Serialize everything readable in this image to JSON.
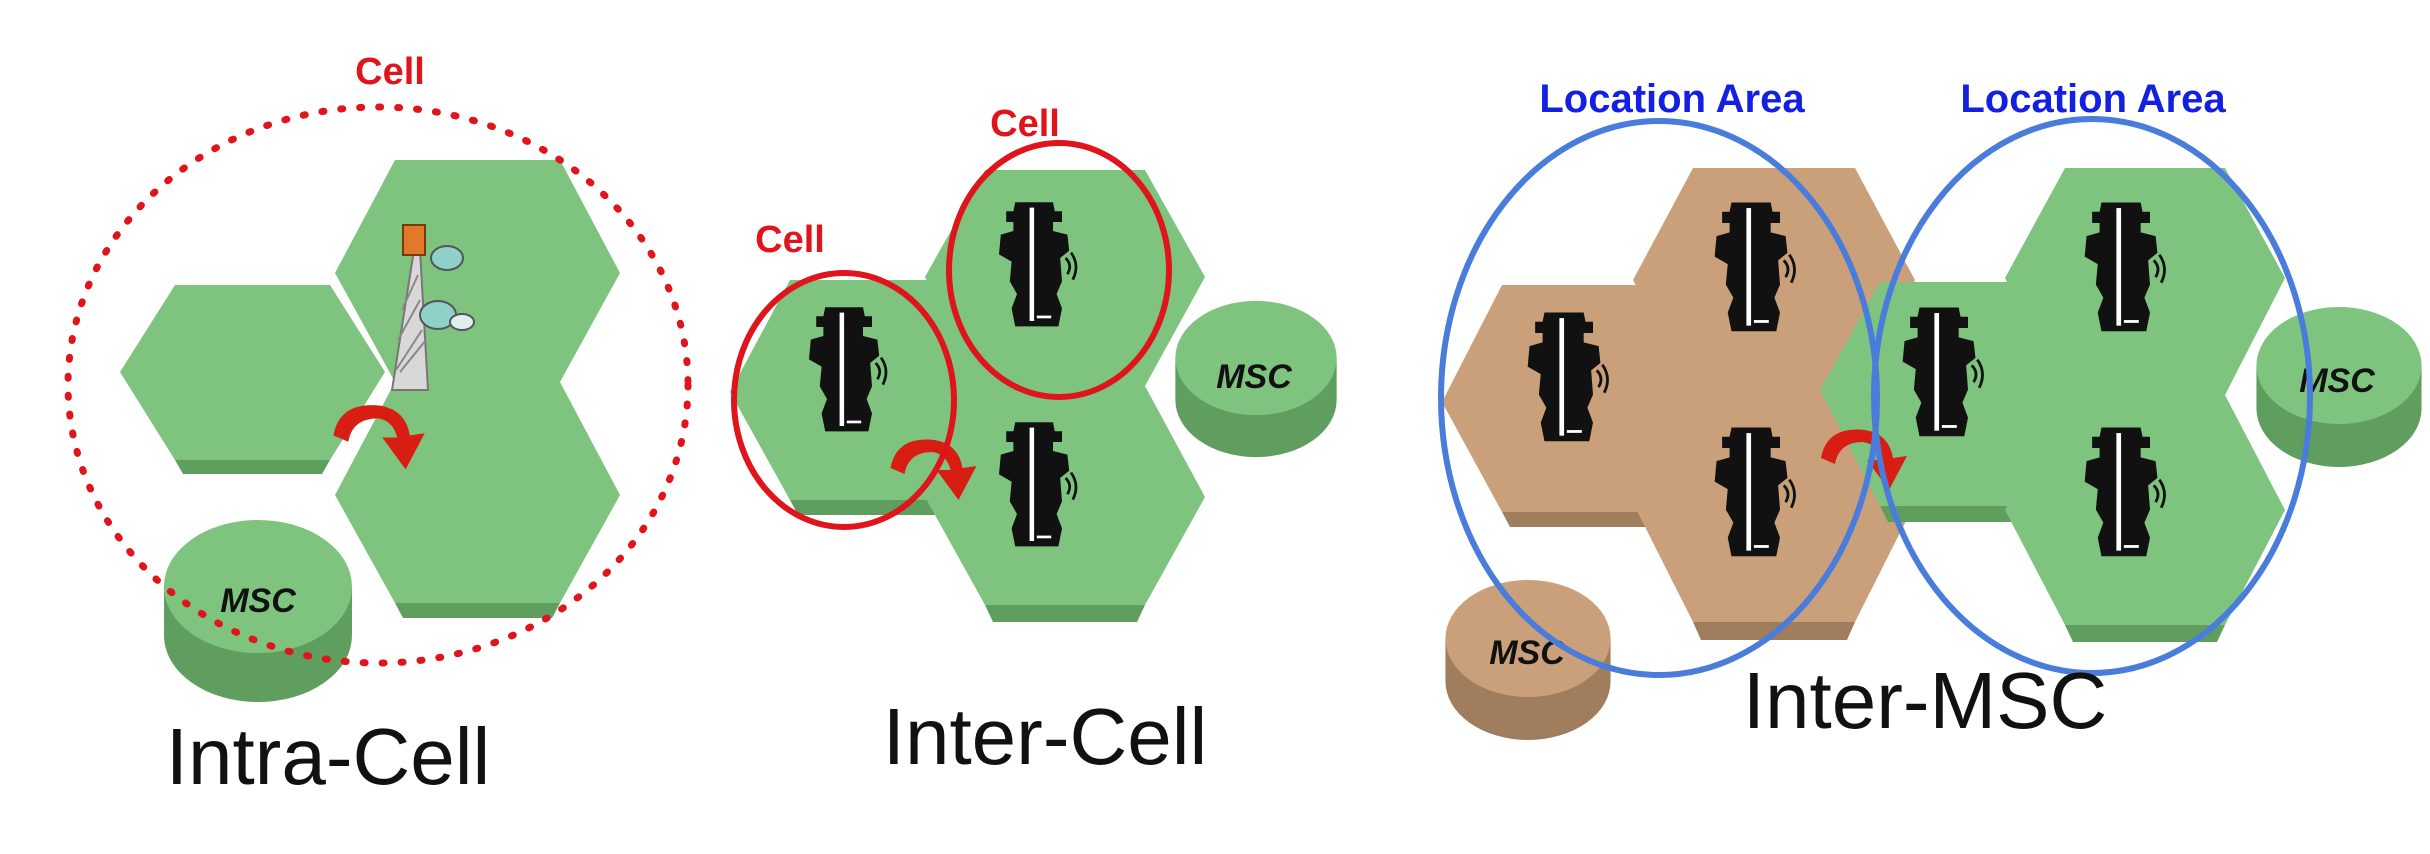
{
  "colors": {
    "green_hex": "#7ec47e",
    "green_side": "#5f9e5f",
    "tan_hex": "#c9a07a",
    "tan_side": "#a07e5d",
    "red": "#e0141b",
    "blue": "#4a7ddb",
    "arrow": "#d81e12"
  },
  "intra_cell": {
    "cell_label": "Cell",
    "msc_label": "MSC",
    "title": "Intra-Cell"
  },
  "inter_cell": {
    "cell_label_top": "Cell",
    "cell_label_left": "Cell",
    "msc_label": "MSC",
    "title": "Inter-Cell"
  },
  "inter_msc": {
    "location_area_left": "Location Area",
    "location_area_right": "Location Area",
    "msc_left": "MSC",
    "msc_right": "MSC",
    "title": "Inter-MSC"
  },
  "icons": [
    "cell-tower-icon",
    "base-station-icon",
    "handover-arrow-icon"
  ]
}
